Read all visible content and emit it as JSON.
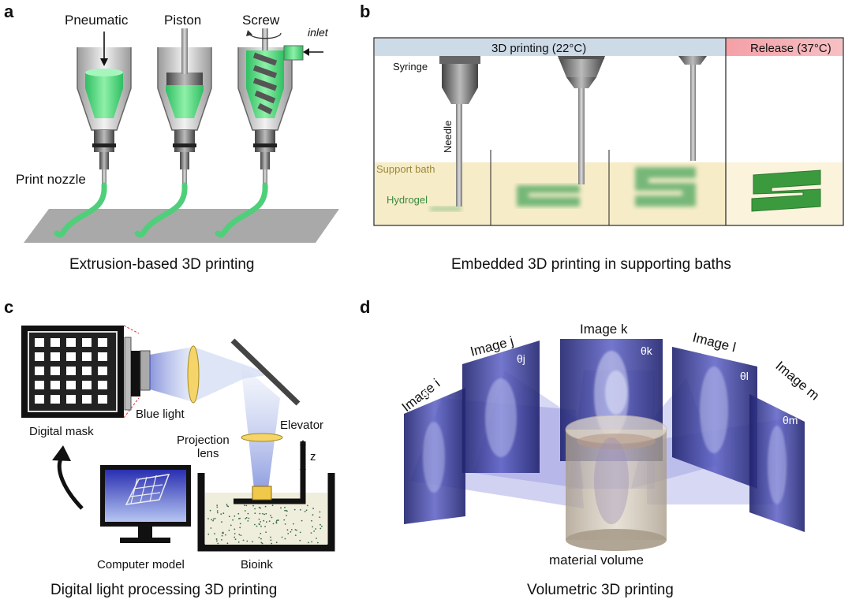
{
  "panels": {
    "a": {
      "letter": "a",
      "labels": {
        "pneumatic": "Pneumatic",
        "piston": "Piston",
        "screw": "Screw",
        "inlet": "inlet",
        "nozzle": "Print nozzle"
      },
      "caption": "Extrusion-based 3D printing"
    },
    "b": {
      "letter": "b",
      "labels": {
        "printing": "3D printing (22°C)",
        "release": "Release (37°C)",
        "syringe": "Syringe",
        "needle": "Needle",
        "support": "Support bath",
        "hydrogel": "Hydrogel"
      },
      "caption": "Embedded 3D printing in supporting baths"
    },
    "c": {
      "letter": "c",
      "labels": {
        "mask": "Digital mask",
        "blue": "Blue light",
        "elevator": "Elevator",
        "proj1": "Projection",
        "proj2": "lens",
        "z": "z",
        "computer": "Computer model",
        "bioink": "Bioink"
      },
      "caption": "Digital light processing 3D printing"
    },
    "d": {
      "letter": "d",
      "labels": {
        "img_i": "Image  i",
        "img_j": "Image  j",
        "img_k": "Image  k",
        "img_l": "Image  l",
        "img_m": "Image  m",
        "th_i": "θi",
        "th_j": "θj",
        "th_k": "θk",
        "th_l": "θl",
        "th_m": "θm",
        "material": "material volume"
      },
      "caption": "Volumetric 3D printing"
    }
  },
  "colors": {
    "gel": "#5fe08a",
    "blue_light": "#7b7fd6",
    "bath": "#f7ecc8",
    "release": "#f4a0a6",
    "header": "#cddbe7"
  }
}
